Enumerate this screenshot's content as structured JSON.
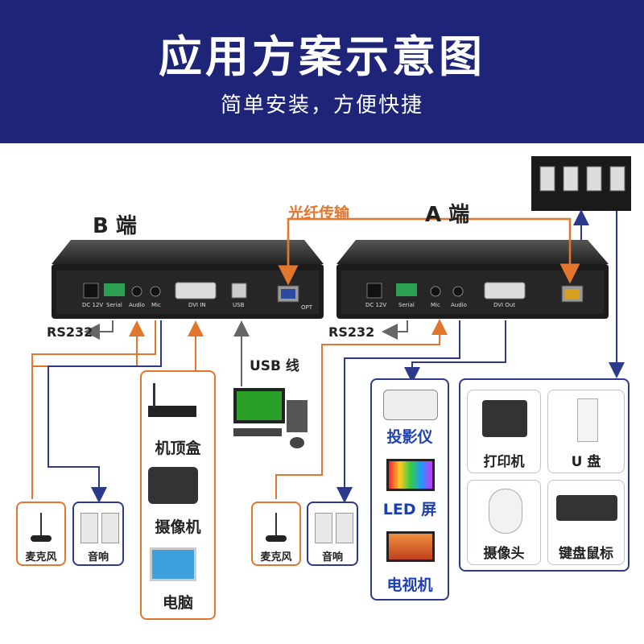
{
  "header": {
    "title": "应用方案示意图",
    "subtitle": "简单安装，方便快捷"
  },
  "fiber_label": "光纤传输",
  "b_end": {
    "title": "B 端",
    "ports": [
      "DC 12V",
      "Serial",
      "Audio",
      "Mic",
      "DVI IN",
      "USB",
      "OPT"
    ],
    "rs232": "RS232",
    "usb_cable": "USB 线",
    "sources": [
      "机顶盒",
      "摄像机",
      "电脑"
    ],
    "mic": "麦克风",
    "speaker": "音响"
  },
  "a_end": {
    "title": "A 端",
    "ports": [
      "DC 12V",
      "Serial",
      "Mic",
      "Audio",
      "DVI Out"
    ],
    "rs232": "RS232",
    "displays": [
      "投影仪",
      "LED 屏",
      "电视机"
    ],
    "mic": "麦克风",
    "speaker": "音响",
    "usb_devices": [
      "打印机",
      "U 盘",
      "摄像头",
      "键盘鼠标"
    ]
  },
  "colors": {
    "banner": "#1e2579",
    "orange": "#e2762c",
    "navy": "#2c3a8c"
  }
}
